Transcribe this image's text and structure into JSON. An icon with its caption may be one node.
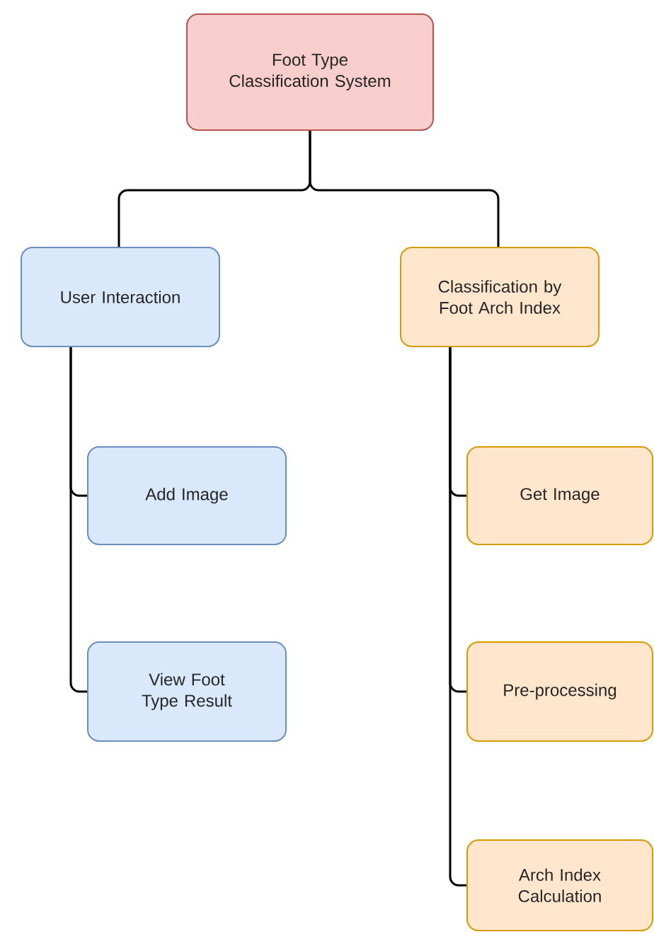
{
  "diagram": {
    "nodes": [
      {
        "text": [
          "Foot Type Classification System"
        ]
      },
      {
        "text": [
          "User Interaction"
        ]
      },
      {
        "text": [
          "Classification by Foot Arch Index"
        ]
      },
      {
        "text": [
          "Add Image"
        ]
      },
      {
        "text": [
          "View Foot Type Result"
        ]
      },
      {
        "text": [
          "Get Image"
        ]
      },
      {
        "text": [
          "Pre-processing"
        ]
      },
      {
        "text": [
          "Arch Index Calculation"
        ]
      }
    ],
    "edges": [
      {
        "from": 0,
        "to": 1,
        "arrow": "none"
      },
      {
        "from": 0,
        "to": 2,
        "arrow": "none"
      },
      {
        "from": 1,
        "to": 3,
        "arrow": "none"
      },
      {
        "from": 1,
        "to": 4,
        "arrow": "none"
      },
      {
        "from": 2,
        "to": 5,
        "arrow": "none"
      },
      {
        "from": 2,
        "to": 6,
        "arrow": "none"
      },
      {
        "from": 2,
        "to": 7,
        "arrow": "none"
      }
    ]
  }
}
